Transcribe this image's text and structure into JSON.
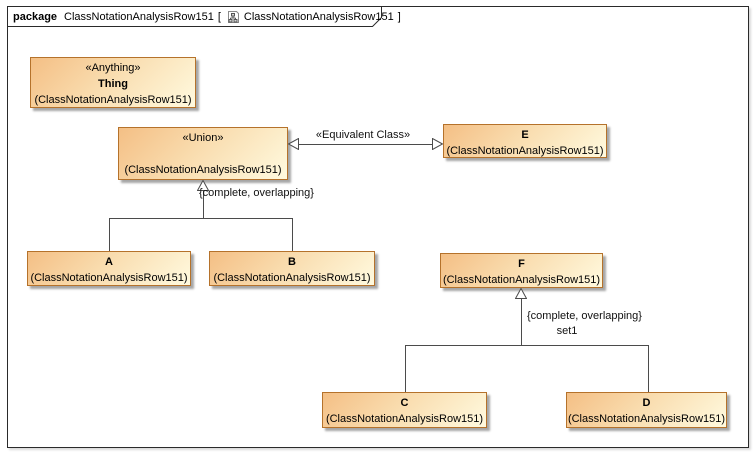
{
  "frame": {
    "tab": {
      "keyword": "package",
      "package_name": "ClassNotationAnalysisRow151",
      "open_bracket": "[",
      "diagram_name": "ClassNotationAnalysisRow151",
      "close_bracket": "]",
      "icon": "class-diagram-icon"
    }
  },
  "boxes": {
    "thing": {
      "stereotype": "«Anything»",
      "name": "Thing",
      "qualifier": "(ClassNotationAnalysisRow151)"
    },
    "union": {
      "stereotype": "«Union»",
      "name": "",
      "qualifier": "(ClassNotationAnalysisRow151)"
    },
    "e": {
      "name": "E",
      "qualifier": "(ClassNotationAnalysisRow151)"
    },
    "a": {
      "name": "A",
      "qualifier": "(ClassNotationAnalysisRow151)"
    },
    "b": {
      "name": "B",
      "qualifier": "(ClassNotationAnalysisRow151)"
    },
    "f": {
      "name": "F",
      "qualifier": "(ClassNotationAnalysisRow151)"
    },
    "c": {
      "name": "C",
      "qualifier": "(ClassNotationAnalysisRow151)"
    },
    "d": {
      "name": "D",
      "qualifier": "(ClassNotationAnalysisRow151)"
    }
  },
  "edge_labels": {
    "equivalent_class": "«Equivalent Class»",
    "union_constraint": "{complete, overlapping}",
    "f_constraint": "{complete, overlapping}",
    "f_set": "set1"
  },
  "colors": {
    "node_fill_top": "#f4bf85",
    "node_fill_bottom": "#fffadf",
    "node_border": "#b5722b",
    "edge_line": "#4b4b4b",
    "frame_border": "#2a2a2a"
  }
}
